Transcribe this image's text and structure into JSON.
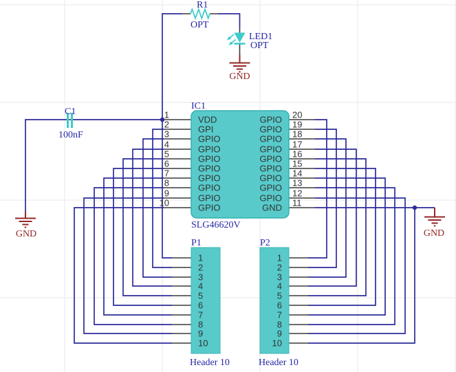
{
  "colors": {
    "wire": "#2b2b9a",
    "component_cyan": "#3dcbcb",
    "ic_fill": "#58caca",
    "label_blue": "#2727a8",
    "ground_red": "#942626",
    "pin_gray": "#3a3a3a",
    "grid": "#efefef",
    "background": "#ffffff"
  },
  "r1": {
    "ref": "R1",
    "value": "OPT"
  },
  "led1": {
    "ref": "LED1",
    "value": "OPT"
  },
  "c1": {
    "ref": "C1",
    "value": "100nF"
  },
  "gnd_top": "GND",
  "gnd_left": "GND",
  "gnd_right": "GND",
  "ic1": {
    "ref": "IC1",
    "part": "SLG46620V",
    "left_pins": [
      {
        "num": "1",
        "name": "VDD"
      },
      {
        "num": "2",
        "name": "GPI"
      },
      {
        "num": "3",
        "name": "GPIO"
      },
      {
        "num": "4",
        "name": "GPIO"
      },
      {
        "num": "5",
        "name": "GPIO"
      },
      {
        "num": "6",
        "name": "GPIO"
      },
      {
        "num": "7",
        "name": "GPIO"
      },
      {
        "num": "8",
        "name": "GPIO"
      },
      {
        "num": "9",
        "name": "GPIO"
      },
      {
        "num": "10",
        "name": "GPIO"
      }
    ],
    "right_pins": [
      {
        "num": "20",
        "name": "GPIO"
      },
      {
        "num": "19",
        "name": "GPIO"
      },
      {
        "num": "18",
        "name": "GPIO"
      },
      {
        "num": "17",
        "name": "GPIO"
      },
      {
        "num": "16",
        "name": "GPIO"
      },
      {
        "num": "15",
        "name": "GPIO"
      },
      {
        "num": "14",
        "name": "GPIO"
      },
      {
        "num": "13",
        "name": "GPIO"
      },
      {
        "num": "12",
        "name": "GPIO"
      },
      {
        "num": "11",
        "name": "GND"
      }
    ]
  },
  "p1": {
    "ref": "P1",
    "part": "Header 10",
    "pins": [
      "1",
      "2",
      "3",
      "4",
      "5",
      "6",
      "7",
      "8",
      "9",
      "10"
    ]
  },
  "p2": {
    "ref": "P2",
    "part": "Header 10",
    "pins": [
      "1",
      "2",
      "3",
      "4",
      "5",
      "6",
      "7",
      "8",
      "9",
      "10"
    ]
  }
}
